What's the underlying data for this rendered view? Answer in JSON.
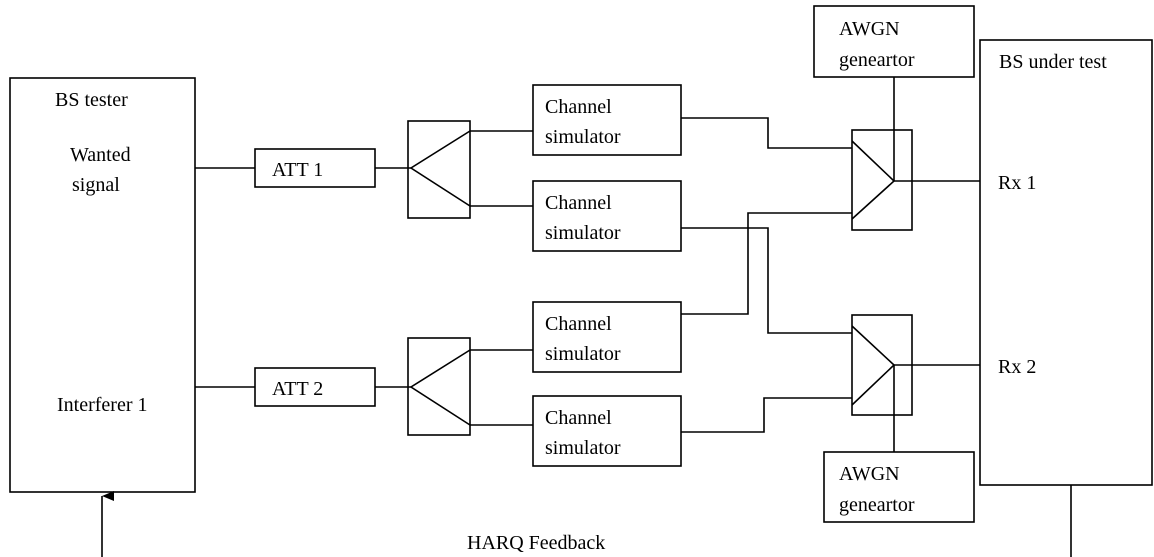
{
  "bs_tester": {
    "title": "BS tester",
    "wanted_line1": "Wanted",
    "wanted_line2": "signal",
    "interferer": "Interferer 1"
  },
  "attenuators": {
    "att1": "ATT 1",
    "att2": "ATT 2"
  },
  "channel_simulator": {
    "line1": "Channel",
    "line2": "simulator"
  },
  "awgn": {
    "line1": "AWGN",
    "line2": "geneartor"
  },
  "bs_under_test": {
    "title": "BS under test",
    "rx1": "Rx 1",
    "rx2": "Rx 2"
  },
  "feedback": {
    "label": "HARQ Feedback"
  }
}
